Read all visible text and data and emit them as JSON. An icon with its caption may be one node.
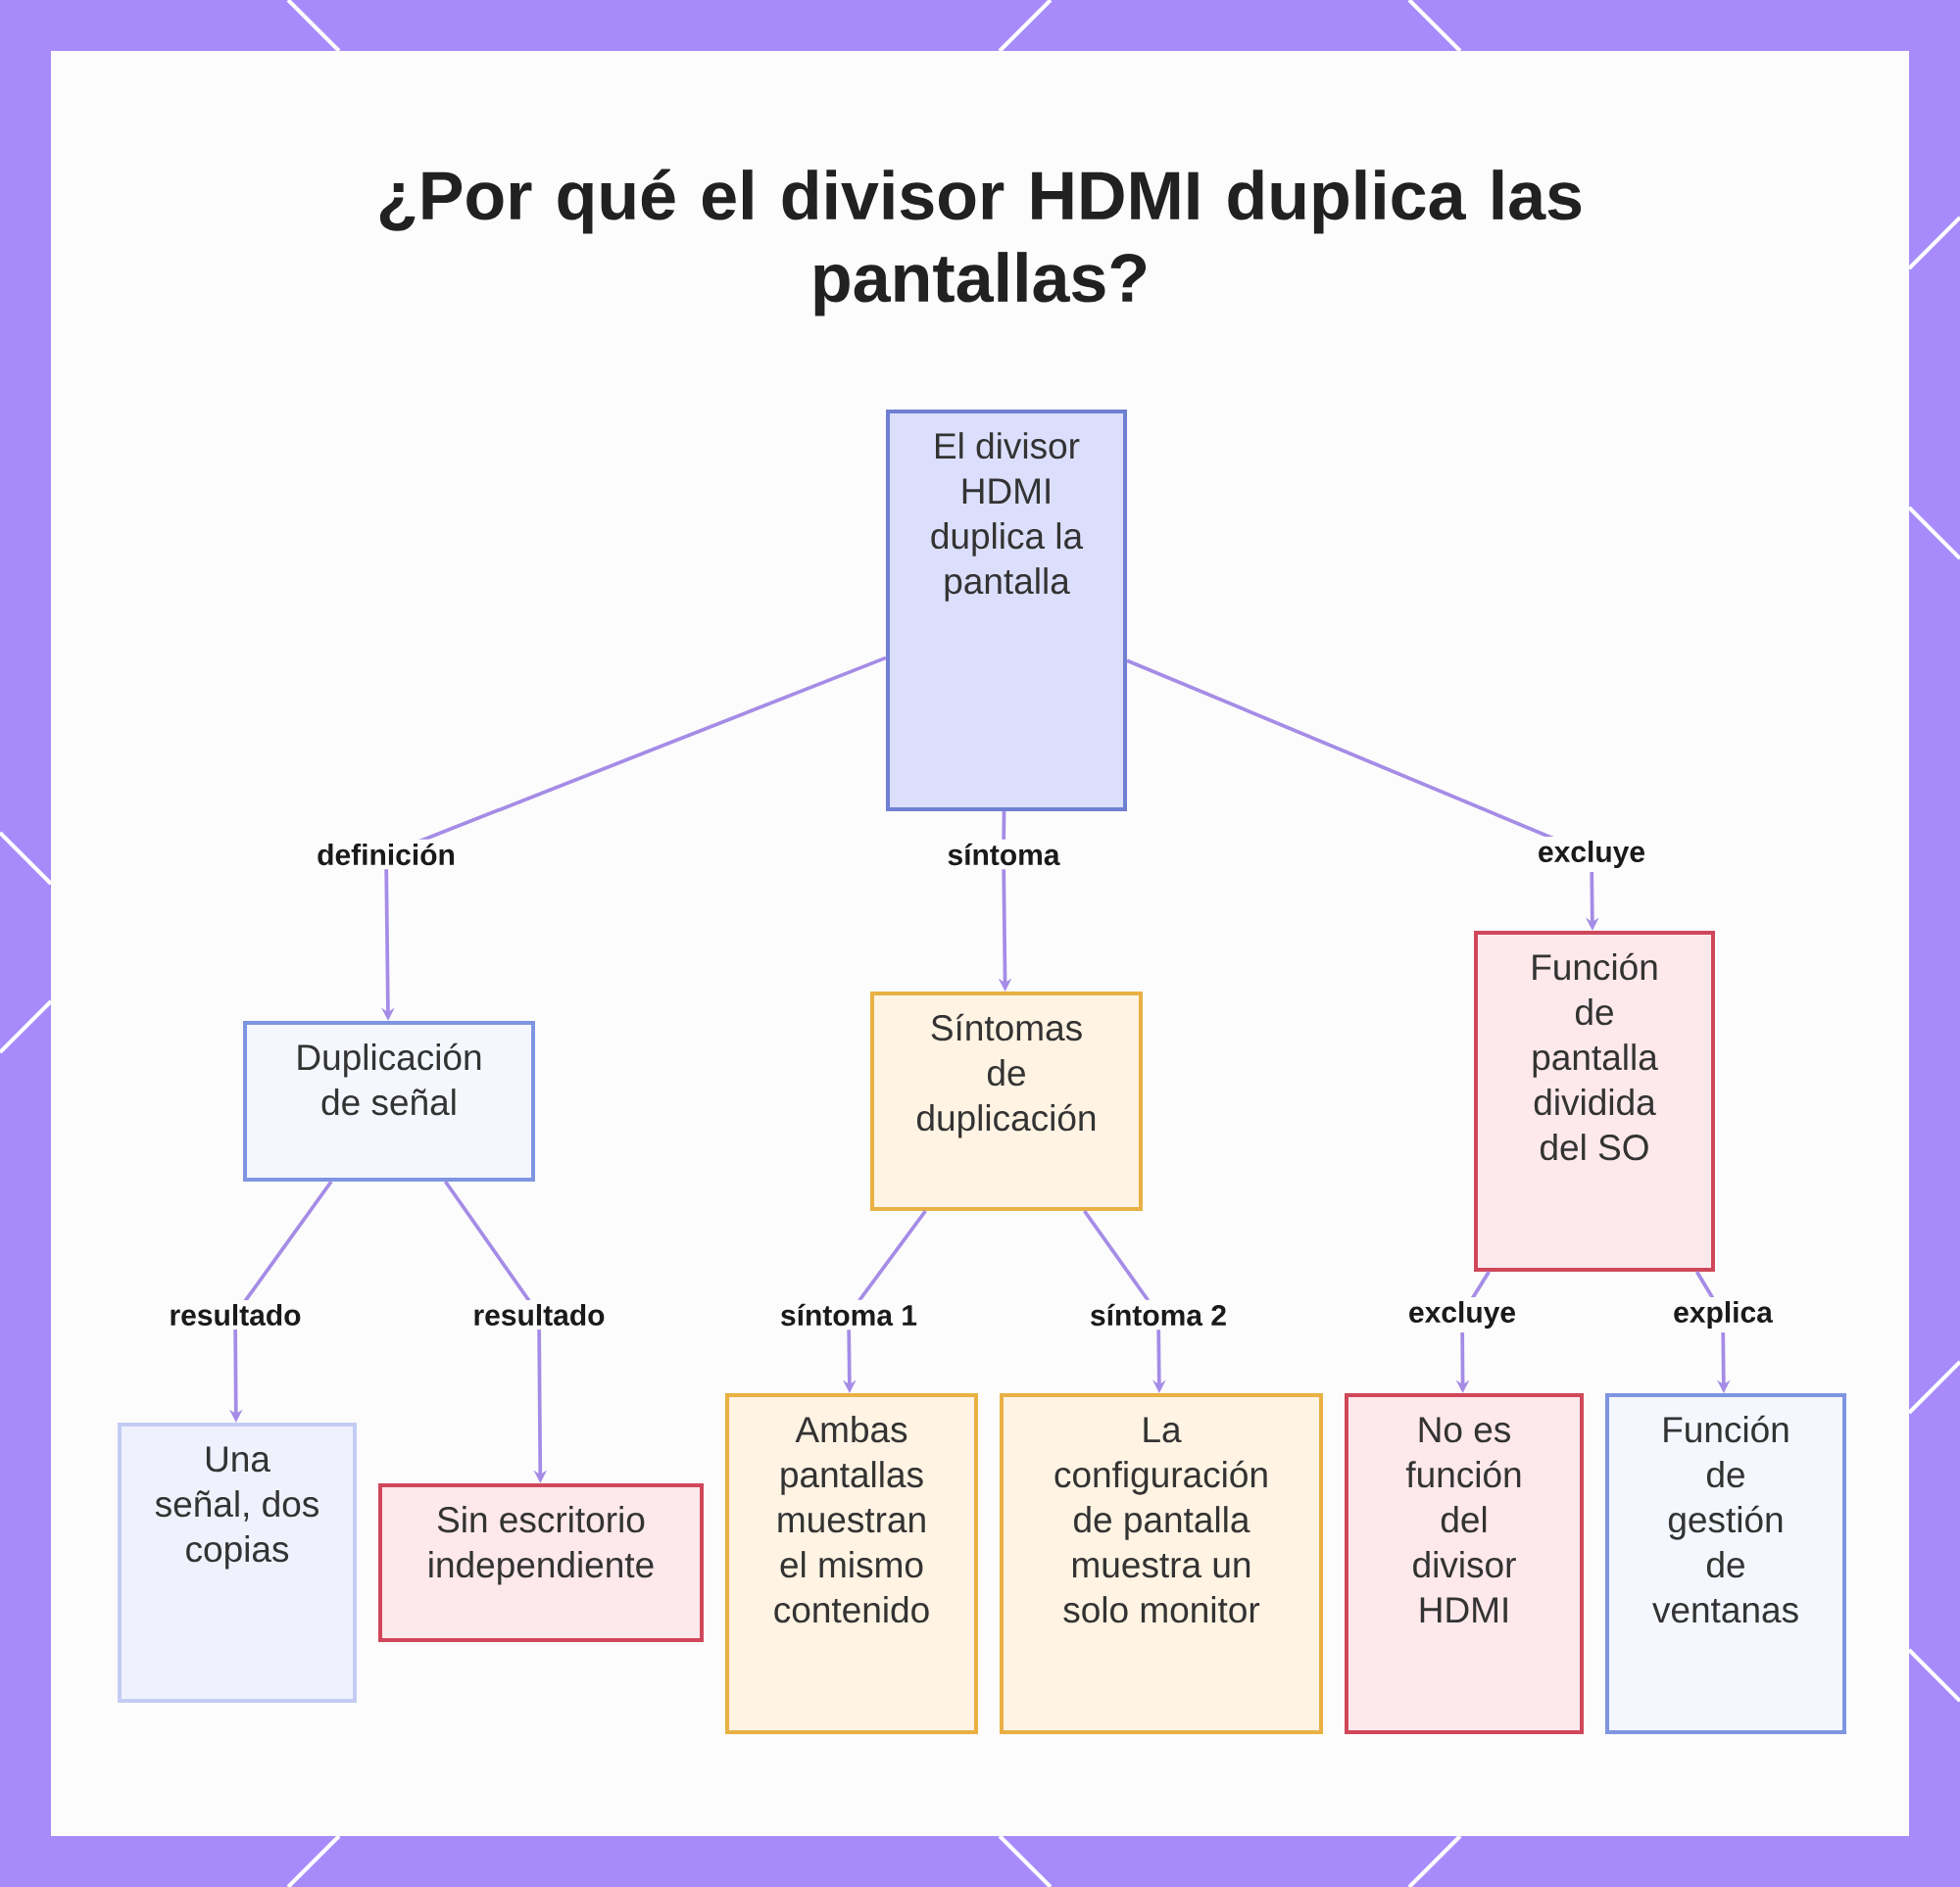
{
  "diagram": {
    "title": "¿Por qué el divisor HDMI duplica las pantallas?",
    "nodes": [
      {
        "text": [
          "El divisor HDMI duplica la pantalla"
        ]
      },
      {
        "text": [
          "Duplicación de señal"
        ]
      },
      {
        "text": [
          "Síntomas de duplicación"
        ]
      },
      {
        "text": [
          "Función de pantalla dividida del SO"
        ]
      },
      {
        "text": [
          "Una señal, dos copias"
        ]
      },
      {
        "text": [
          "Sin escritorio independiente"
        ]
      },
      {
        "text": [
          "Ambas pantallas muestran el mismo contenido"
        ]
      },
      {
        "text": [
          "La configuración de pantalla muestra un solo monitor"
        ]
      },
      {
        "text": [
          "No es función del divisor HDMI"
        ]
      },
      {
        "text": [
          "Función de gestión de ventanas"
        ]
      }
    ],
    "edges": [
      {
        "from": 0,
        "to": 1,
        "arrow": "to",
        "label": "definición"
      },
      {
        "from": 0,
        "to": 2,
        "arrow": "to",
        "label": "síntoma"
      },
      {
        "from": 0,
        "to": 3,
        "arrow": "to",
        "label": "excluye"
      },
      {
        "from": 1,
        "to": 4,
        "arrow": "to",
        "label": "resultado"
      },
      {
        "from": 1,
        "to": 5,
        "arrow": "to",
        "label": "resultado"
      },
      {
        "from": 2,
        "to": 6,
        "arrow": "to",
        "label": "síntoma 1"
      },
      {
        "from": 2,
        "to": 7,
        "arrow": "to",
        "label": "síntoma 2"
      },
      {
        "from": 3,
        "to": 8,
        "arrow": "to",
        "label": "excluye"
      },
      {
        "from": 3,
        "to": 9,
        "arrow": "to",
        "label": "explica"
      }
    ]
  }
}
